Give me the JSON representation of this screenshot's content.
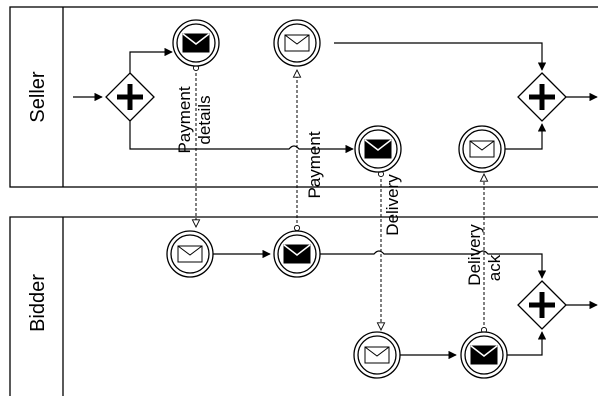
{
  "pools": {
    "seller": {
      "label": "Seller"
    },
    "bidder": {
      "label": "Bidder"
    }
  },
  "message_flows": {
    "payment_details": {
      "line1": "Payment",
      "line2": "details"
    },
    "payment": {
      "label": "Payment"
    },
    "delivery": {
      "label": "Delivery"
    },
    "delivery_ack": {
      "line1": "Delivery",
      "line2": "ack"
    }
  },
  "events": [
    {
      "pool": "Seller",
      "type": "intermediate-throw-message"
    },
    {
      "pool": "Seller",
      "type": "intermediate-catch-message"
    },
    {
      "pool": "Seller",
      "type": "intermediate-throw-message"
    },
    {
      "pool": "Seller",
      "type": "intermediate-catch-message"
    },
    {
      "pool": "Bidder",
      "type": "intermediate-catch-message"
    },
    {
      "pool": "Bidder",
      "type": "intermediate-throw-message"
    },
    {
      "pool": "Bidder",
      "type": "intermediate-catch-message"
    },
    {
      "pool": "Bidder",
      "type": "intermediate-throw-message"
    }
  ],
  "gateways": [
    {
      "pool": "Seller",
      "type": "parallel"
    },
    {
      "pool": "Seller",
      "type": "parallel"
    },
    {
      "pool": "Bidder",
      "type": "parallel"
    }
  ]
}
